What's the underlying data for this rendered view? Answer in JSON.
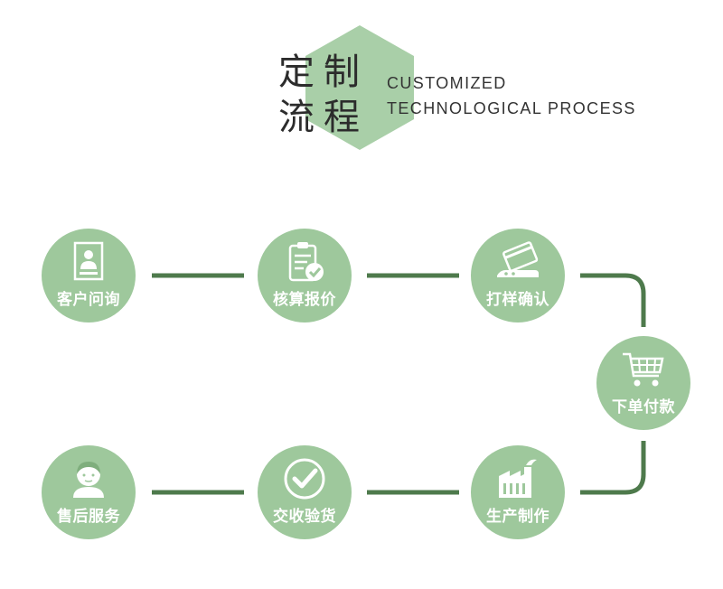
{
  "header": {
    "title_line1": "定制",
    "title_line2": "流程",
    "subtitle_line1": "CUSTOMIZED",
    "subtitle_line2": "TECHNOLOGICAL PROCESS"
  },
  "steps": [
    {
      "label": "客户问询",
      "icon": "contact-card-icon"
    },
    {
      "label": "核算报价",
      "icon": "clipboard-check-icon"
    },
    {
      "label": "打样确认",
      "icon": "sample-card-icon"
    },
    {
      "label": "下单付款",
      "icon": "shopping-cart-icon"
    },
    {
      "label": "生产制作",
      "icon": "factory-icon"
    },
    {
      "label": "交收验货",
      "icon": "checkmark-circle-icon"
    },
    {
      "label": "售后服务",
      "icon": "customer-service-icon"
    }
  ],
  "colors": {
    "circle": "#9ec89c",
    "connector": "#4e7a4c",
    "hexagon": "#a9cfa8",
    "text_light": "#ffffff"
  }
}
